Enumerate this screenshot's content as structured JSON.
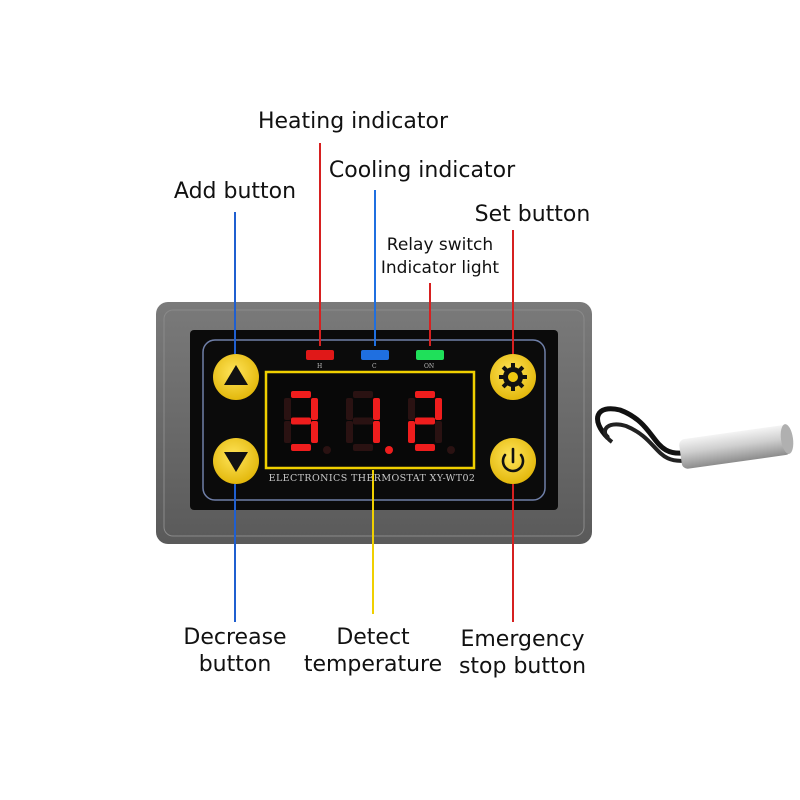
{
  "labels": {
    "heating": "Heating indicator",
    "cooling": "Cooling indicator",
    "add": "Add button",
    "set": "Set button",
    "relay_line1": "Relay switch",
    "relay_line2": "Indicator light",
    "decrease_line1": "Decrease",
    "decrease_line2": "button",
    "detect_line1": "Detect",
    "detect_line2": "temperature",
    "emergency_line1": "Emergency",
    "emergency_line2": "stop button"
  },
  "device": {
    "model_text": "ELECTRONICS THERMOSTAT XY-WT02",
    "display_value": "31.2",
    "led_h": "H",
    "led_c": "C",
    "led_on": "ON"
  },
  "icons": {
    "add": "up-triangle-icon",
    "decrease": "down-triangle-icon",
    "set": "gear-icon",
    "emergency": "power-icon"
  },
  "colors": {
    "heating": "#e01818",
    "cooling": "#1f6fe0",
    "relay": "#1fe05a",
    "yellow": "#f4d11a",
    "digit": "#ef1d1d",
    "add_line": "#1f5fd0",
    "set_line": "#d62020",
    "detect_line": "#f0d000"
  }
}
